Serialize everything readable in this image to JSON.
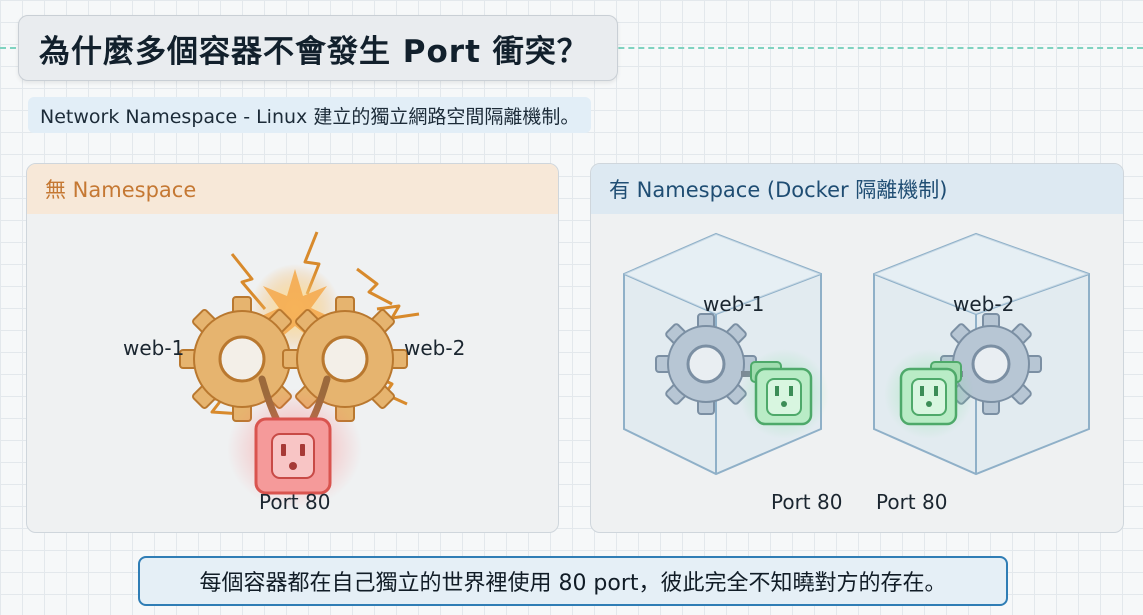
{
  "title": "為什麼多個容器不會發生 Port 衝突？",
  "subtitle": "Network Namespace - Linux 建立的獨立網路空間隔離機制。",
  "left_panel": {
    "heading": "無 Namespace",
    "label_left": "web-1",
    "label_right": "web-2",
    "port_label": "Port 80"
  },
  "right_panel": {
    "heading": "有 Namespace (Docker 隔離機制)",
    "box1_label": "web-1",
    "box1_port": "Port 80",
    "box2_label": "web-2",
    "box2_port": "Port 80"
  },
  "footer": "每個容器都在自己獨立的世界裡使用 80 port，彼此完全不知曉對方的存在。",
  "colors": {
    "conflict_orange": "#e2a65b",
    "conflict_red": "#f26d6d",
    "ok_green": "#7fd49b",
    "gear_blue": "#8fa6bd",
    "accent_border": "#2f7db5"
  }
}
